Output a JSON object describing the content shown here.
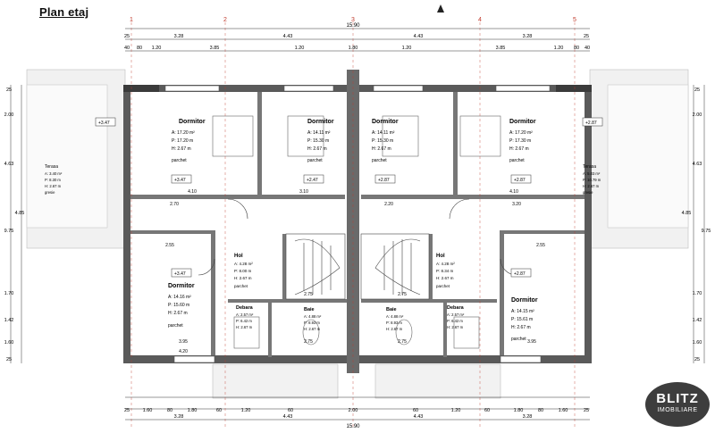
{
  "title": "Plan etaj",
  "axes": [
    "1",
    "2",
    "3",
    "4",
    "5"
  ],
  "top_dims": {
    "total": "15.90",
    "row1": [
      "25",
      "3.28",
      "4.43",
      "4.43",
      "3.28",
      "25"
    ],
    "row2": [
      "40",
      "80",
      "1.20",
      "3.85",
      "1.20",
      "1.80",
      "1.20",
      "3.85",
      "1.20",
      "80",
      "40"
    ]
  },
  "bottom_dims": {
    "row1": [
      "25",
      "1.60",
      "80",
      "1.80",
      "60",
      "1.20",
      "60",
      "2.00",
      "60",
      "1.20",
      "60",
      "1.80",
      "80",
      "1.60",
      "25"
    ],
    "row2": [
      "3.28",
      "4.43",
      "4.43",
      "3.28"
    ],
    "total": "15.90"
  },
  "left_dims": [
    "25",
    "2.00",
    "4.63",
    "4.85",
    "9.75",
    "1.70",
    "1.42",
    "1.60",
    "25"
  ],
  "right_dims": [
    "25",
    "2.00",
    "4.63",
    "4.85",
    "9.75",
    "1.70",
    "1.42",
    "1.60",
    "25"
  ],
  "rooms": [
    {
      "name": "Dormitor",
      "a": "A: 17.20 m²",
      "p": "P: 17.20 m",
      "h": "H: 2.67 m",
      "floor": "parchet"
    },
    {
      "name": "Dormitor",
      "a": "A: 14.11 m²",
      "p": "P: 15.30 m",
      "h": "H: 2.67 m",
      "floor": "parchet"
    },
    {
      "name": "Dormitor",
      "a": "A: 14.11 m²",
      "p": "P: 15.30 m",
      "h": "H: 2.67 m",
      "floor": "parchet"
    },
    {
      "name": "Dormitor",
      "a": "A: 17.20 m²",
      "p": "P: 17.30 m",
      "h": "H: 2.67 m",
      "floor": "parchet"
    },
    {
      "name": "Dormitor",
      "a": "A: 14.16 m²",
      "p": "P: 15.60 m",
      "h": "H: 2.67 m",
      "floor": "parchet"
    },
    {
      "name": "Dormitor",
      "a": "A: 14.15 m²",
      "p": "P: 15.61 m",
      "h": "H: 2.67 m",
      "floor": "parchet"
    },
    {
      "name": "Hol",
      "a": "A: 4.28 m²",
      "p": "P: 8.00 m",
      "h": "H: 2.67 m",
      "floor": "parchet"
    },
    {
      "name": "Hol",
      "a": "A: 4.28 m²",
      "p": "P: 8.34 m",
      "h": "H: 2.67 m",
      "floor": "parchet"
    },
    {
      "name": "Debara",
      "a": "A: 2.57 m²",
      "p": "P: 6.42 m",
      "h": "H: 2.67 m",
      "floor": ""
    },
    {
      "name": "Debara",
      "a": "A: 2.57 m²",
      "p": "P: 6.42 m",
      "h": "H: 2.67 m",
      "floor": ""
    },
    {
      "name": "Baie",
      "a": "A: 4.88 m²",
      "p": "P: 8.93 m",
      "h": "H: 2.67 m",
      "floor": ""
    },
    {
      "name": "Baie",
      "a": "A: 4.88 m²",
      "p": "P: 8.93 m",
      "h": "H: 2.67 m",
      "floor": ""
    }
  ],
  "terraces": [
    {
      "name": "Terasa",
      "a": "A: 3.40 m²",
      "p": "P: 8.30 m",
      "h": "H: 2.67 m",
      "floor": "gresie"
    },
    {
      "name": "Terasa",
      "a": "A: 5.03 m²",
      "p": "P: 10.79 m",
      "h": "H: 2.67 m",
      "floor": "gresie"
    }
  ],
  "levels": [
    "+3.47",
    "+3.47",
    "+2.47",
    "+2.87",
    "+2.87",
    "+2.87",
    "+3.47",
    "+2.87"
  ],
  "interior_dims": [
    "4.10",
    "3.10",
    "4.10",
    "2.70",
    "2.20",
    "3.20",
    "2.55",
    "2.55",
    "3.95",
    "4.20",
    "3.95",
    "2.75",
    "2.75",
    "2.75",
    "2.75"
  ],
  "logo": {
    "line1": "BLITZ",
    "line2": "IMOBILIARE"
  }
}
